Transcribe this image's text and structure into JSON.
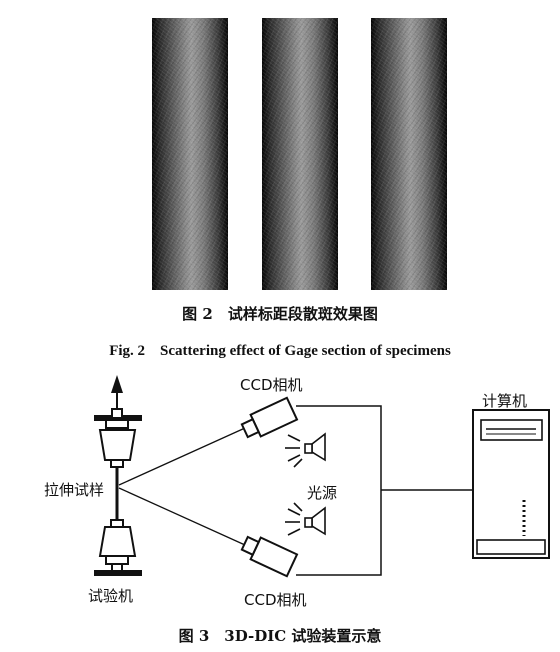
{
  "figure2": {
    "caption_cn": "图 2　试样标距段散斑效果图",
    "caption_en": "Fig. 2　Scattering effect of Gage section of specimens"
  },
  "figure3": {
    "caption_cn": "图 3　3D-DIC 试验装置示意",
    "labels": {
      "ccd_top": "CCD相机",
      "ccd_bottom": "CCD相机",
      "computer": "计算机",
      "specimen": "拉伸试样",
      "light_source": "光源",
      "machine": "试验机"
    }
  }
}
